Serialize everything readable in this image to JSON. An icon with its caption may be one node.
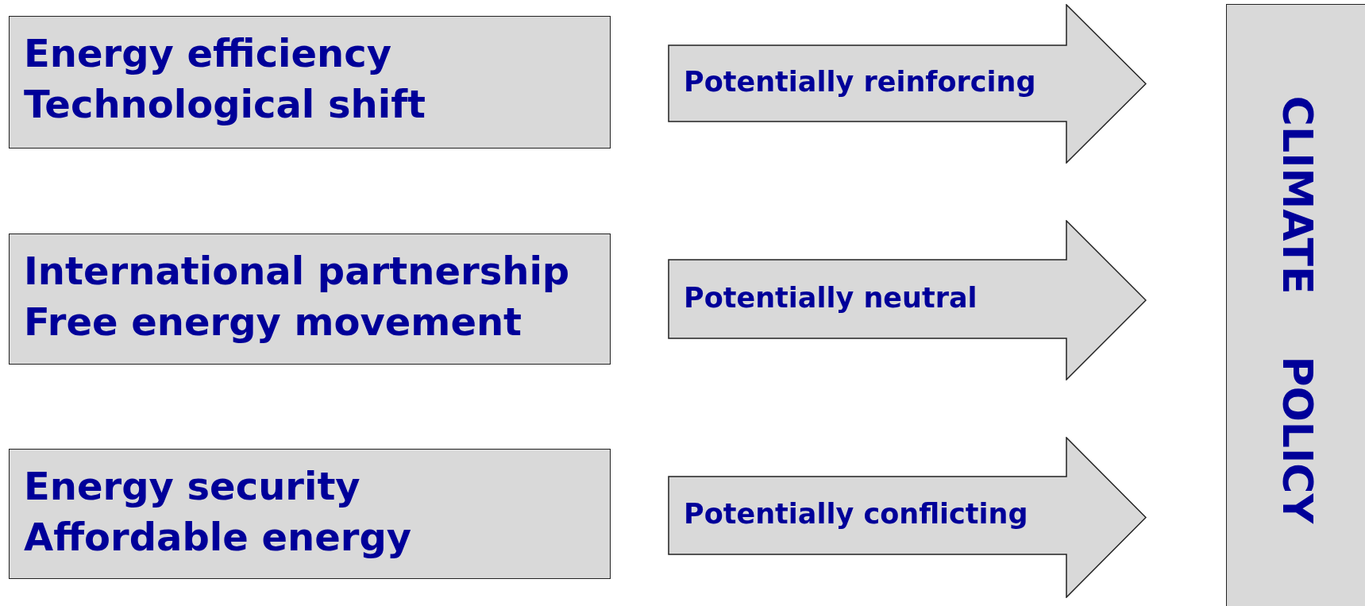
{
  "diagram": {
    "nodes": [
      {
        "text": [
          "Energy efficiency",
          "Technological shift"
        ]
      },
      {
        "text": [
          "Potentially reinforcing"
        ]
      },
      {
        "text": [
          "International partnership",
          "Free energy movement"
        ]
      },
      {
        "text": [
          "Potentially neutral"
        ]
      },
      {
        "text": [
          "Energy security",
          "Affordable energy"
        ]
      },
      {
        "text": [
          "Potentially conflicting"
        ]
      },
      {
        "text": [
          "CLIMATE POLICY"
        ]
      }
    ]
  }
}
